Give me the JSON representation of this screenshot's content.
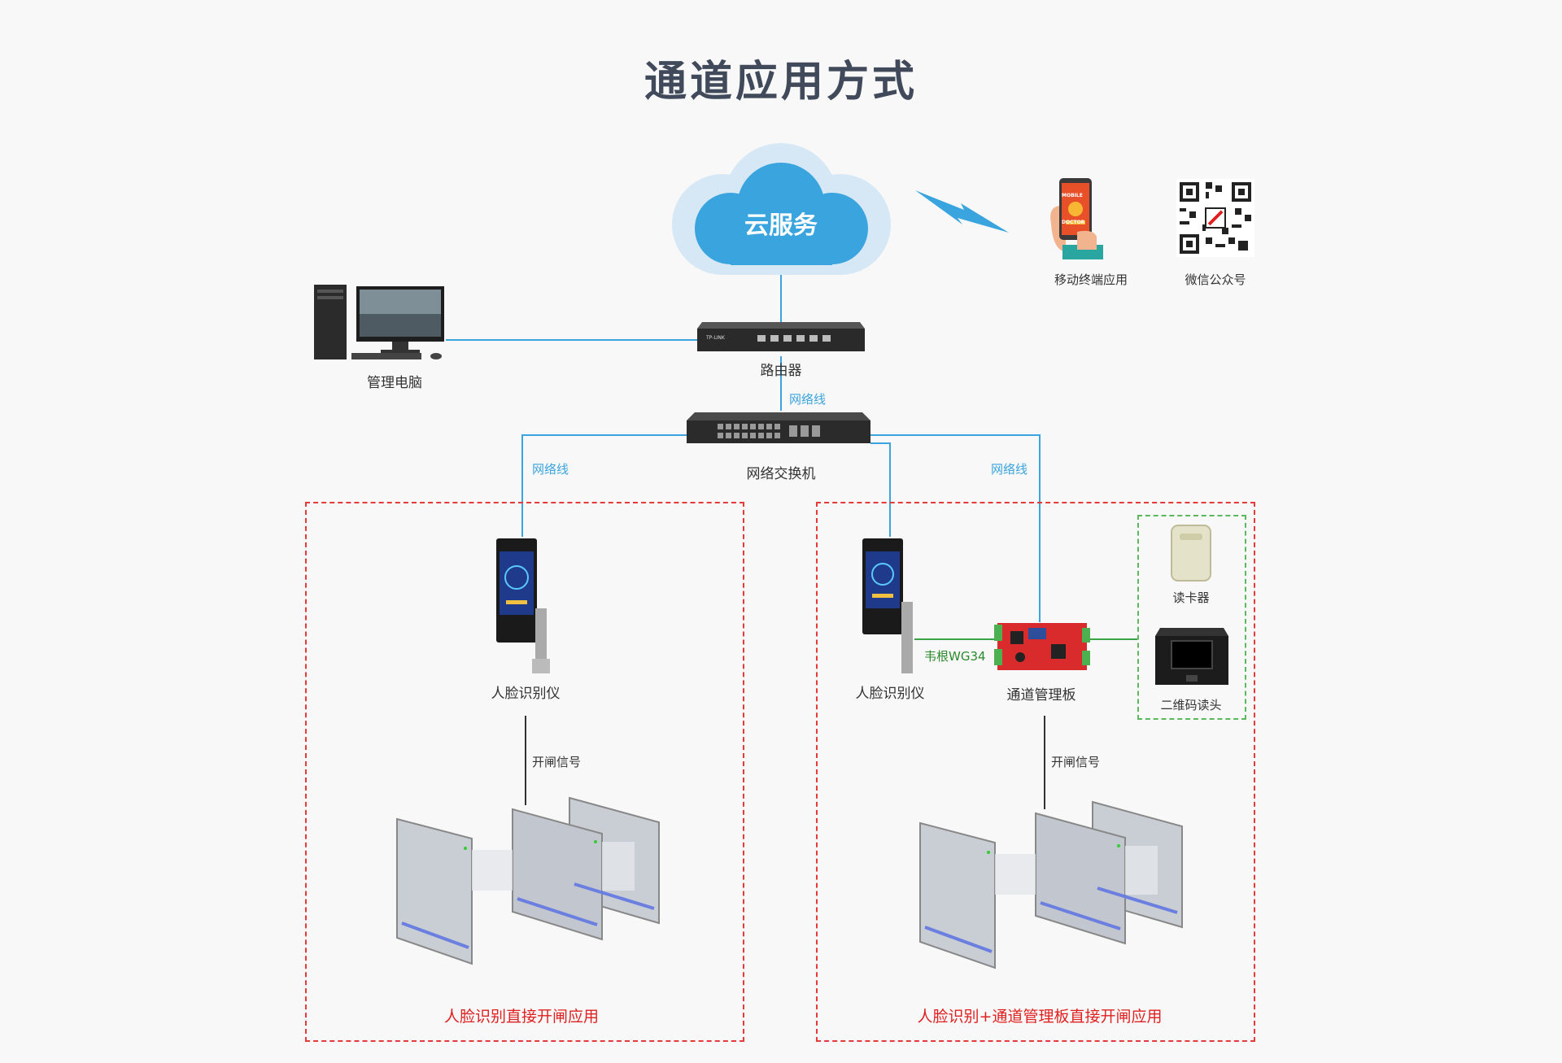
{
  "title": "通道应用方式",
  "cloud": {
    "label": "云服务"
  },
  "nodes": {
    "mobile": "移动终端应用",
    "wechat": "微信公众号",
    "pc": "管理电脑",
    "router": "路由器",
    "switch": "网络交换机",
    "face_left": "人脸识别仪",
    "face_right": "人脸识别仪",
    "board": "通道管理板",
    "card_reader": "读卡器",
    "qr_reader": "二维码读头"
  },
  "links": {
    "net_router_switch": "网络线",
    "net_left": "网络线",
    "net_right": "网络线",
    "wiegand": "韦根WG34",
    "gate_signal_left": "开闸信号",
    "gate_signal_right": "开闸信号"
  },
  "zones": {
    "left": "人脸识别直接开闸应用",
    "right": "人脸识别+通道管理板直接开闸应用"
  },
  "device_text": {
    "phone_line1": "MOBILE",
    "phone_line2": "DOCTOR",
    "router_brand": "TP-LINK"
  },
  "colors": {
    "line_blue": "#3aa4de",
    "line_green": "#3aa34a",
    "zone_red": "#e53a3a",
    "cloud": "#3aa4de",
    "title": "#404a5a"
  }
}
